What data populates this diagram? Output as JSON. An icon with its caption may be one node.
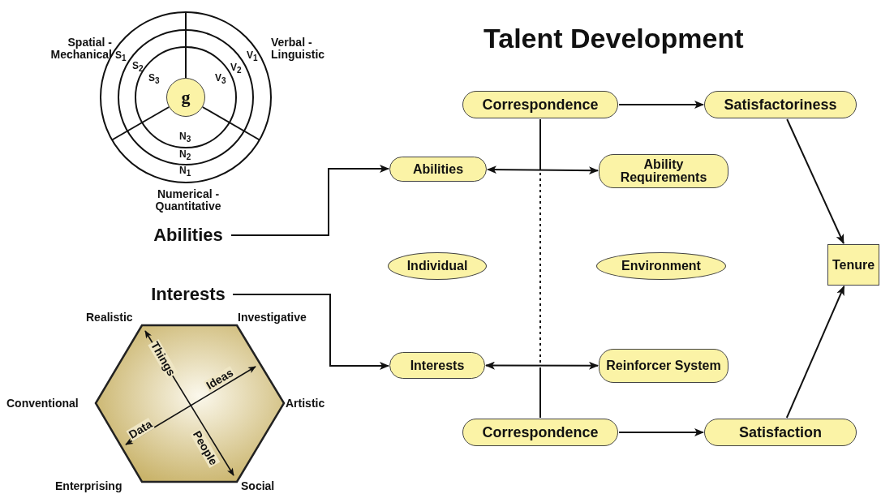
{
  "diagram": {
    "title": "Talent Development",
    "nodes": [
      {
        "text": [
          "g"
        ]
      },
      {
        "text": [
          "Correspondence"
        ]
      },
      {
        "text": [
          "Satisfactoriness"
        ]
      },
      {
        "text": [
          "Abilities"
        ]
      },
      {
        "text": [
          "Ability Requirements"
        ]
      },
      {
        "text": [
          "Abilities"
        ]
      },
      {
        "text": [
          "Individual"
        ]
      },
      {
        "text": [
          "Environment"
        ]
      },
      {
        "text": [
          "Tenure"
        ]
      },
      {
        "text": [
          "Interests"
        ]
      },
      {
        "text": [
          "Things",
          "Ideas",
          "Data",
          "People"
        ],
        "beside": [
          "Realistic",
          "Investigative",
          "Conventional",
          "Artistic",
          "Enterprising",
          "Social"
        ]
      },
      {
        "text": [
          "Interests"
        ]
      },
      {
        "text": [
          "Reinforcer System"
        ]
      },
      {
        "text": [
          "Correspondence"
        ]
      },
      {
        "text": [
          "Satisfaction"
        ]
      }
    ],
    "edges": [
      {
        "from": 5,
        "to": 3,
        "arrow": "to"
      },
      {
        "from": 3,
        "to": 4,
        "arrow": "both"
      },
      {
        "from": 9,
        "to": 11,
        "arrow": "to"
      },
      {
        "from": 11,
        "to": 12,
        "arrow": "both"
      },
      {
        "from": 1,
        "to": 13,
        "arrow": "none",
        "style": "dashed"
      },
      {
        "from": 1,
        "to": 2,
        "arrow": "to"
      },
      {
        "from": 13,
        "to": 14,
        "arrow": "to"
      },
      {
        "from": 2,
        "to": 8,
        "arrow": "to"
      },
      {
        "from": 14,
        "to": 8,
        "arrow": "to"
      }
    ],
    "labels": [
      "Spatial - Mechanical",
      "Verbal - Linguistic",
      "S$_{1}$",
      "V$_{1}$",
      "S$_{2}$",
      "V$_{2}$",
      "S$_{3}$",
      "V$_{3}$",
      "N$_{3}$",
      "N$_{2}$",
      "N$_{1}$",
      "Numerical - Quantitative"
    ]
  }
}
